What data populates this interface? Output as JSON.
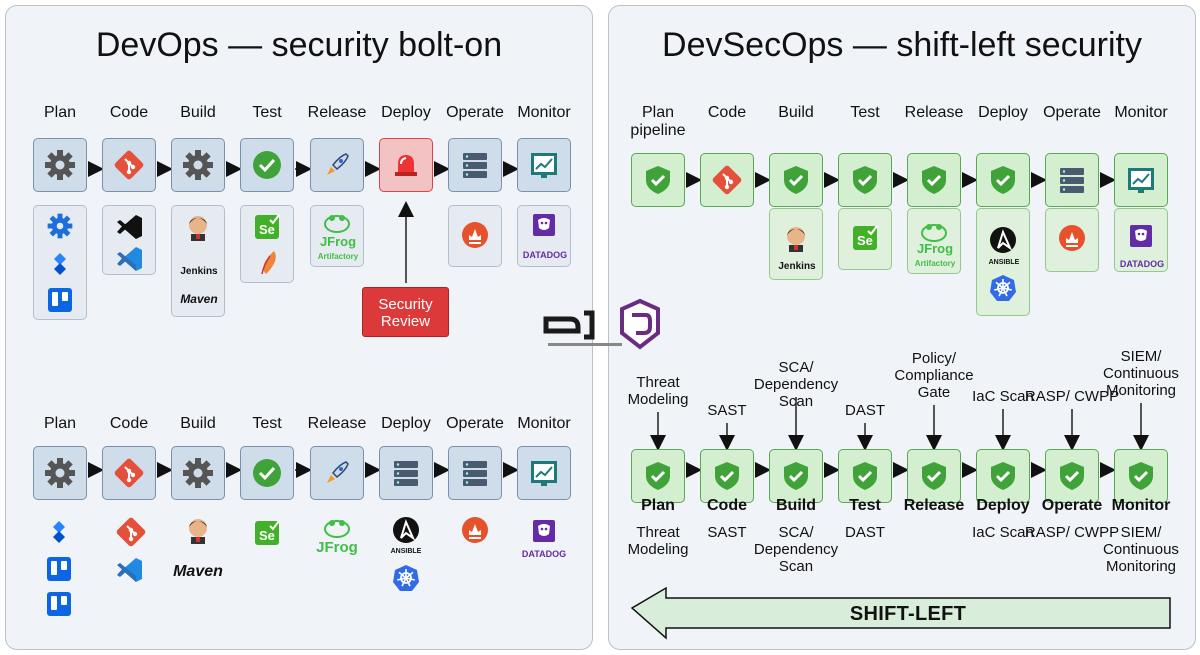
{
  "left_panel": {
    "title": "DevOps — security bolt-on",
    "stages": [
      "Plan",
      "Code",
      "Build",
      "Test",
      "Release",
      "Deploy",
      "Operate",
      "Monitor"
    ],
    "security_review": "Security Review",
    "tool_captions": {
      "jenkins": "Jenkins",
      "maven": "Maven",
      "jfrog": "JFrog",
      "artifactory": "Artifactory",
      "ansible": "ANSIBLE",
      "datadog": "DATADOG"
    }
  },
  "right_panel": {
    "title": "DevSecOps — shift-left security",
    "top_stages": [
      "Plan pipeline",
      "Code",
      "Build",
      "Test",
      "Release",
      "Deploy",
      "Operate",
      "Monitor"
    ],
    "above_labels": [
      "Threat Modeling",
      "SAST",
      "SCA/ Dependency Scan",
      "DAST",
      "Policy/ Compliance Gate",
      "IaC Scan",
      "RASP/ CWPP",
      "SIEM/ Continuous Monitoring"
    ],
    "bottom_stages": [
      "Plan",
      "Code",
      "Build",
      "Test",
      "Release",
      "Deploy",
      "Operate",
      "Monitor"
    ],
    "below_labels": [
      "Threat Modeling",
      "SAST",
      "SCA/ Dependency Scan",
      "DAST",
      "",
      "IaC Scan",
      "RASP/ CWPP",
      "SIEM/ Continuous Monitoring"
    ],
    "shift_label": "SHIFT-LEFT"
  },
  "colors": {
    "security_red": "#dc3a3a",
    "secure_green": "#3fa33a",
    "devops_blue": "#cfdcea"
  }
}
